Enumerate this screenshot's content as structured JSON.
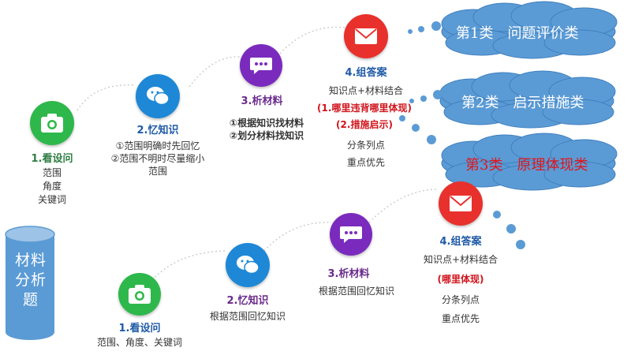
{
  "flow_top": {
    "step1": {
      "title": "1.看设问",
      "lines": [
        "范围",
        "角度",
        "关键词"
      ]
    },
    "step2": {
      "title": "2.忆知识",
      "lines": [
        "①范围明确时先回忆",
        "②范围不明时尽量缩小",
        "范围"
      ]
    },
    "step3": {
      "title": "3.析材料",
      "lines": [
        "①根据知识找材料",
        "②划分材料找知识"
      ]
    },
    "step4": {
      "title": "4.组答案",
      "line1": "知识点+材料结合",
      "red1": "(1.哪里违背哪里体现)",
      "red2": "(2.措施启示)",
      "line4": "分条列点",
      "line5": "重点优先"
    }
  },
  "flow_bottom": {
    "step1": {
      "title": "1.看设问",
      "line": "范围、角度、关键词"
    },
    "step2": {
      "title": "2.忆知识",
      "line": "根据范围回忆知识"
    },
    "step3": {
      "title": "3.析材料",
      "line": "根据范围回忆知识"
    },
    "step4": {
      "title": "4.组答案",
      "line1": "知识点+材料结合",
      "red1": "(哪里体现)",
      "line3": "分条列点",
      "line4": "重点优先"
    }
  },
  "clouds": [
    {
      "label": "第1类　问题评价类",
      "color": "#ffffff"
    },
    {
      "label": "第2类　启示措施类",
      "color": "#ffffff"
    },
    {
      "label": "第3类　原理体现类",
      "color": "#e0161c"
    }
  ],
  "cylinder_label": "材料分析题",
  "colors": {
    "green": "#2eb84b",
    "blue": "#1e88d6",
    "purple": "#7a2bbd",
    "red": "#e8312d",
    "step_title_green": "#2e7d43",
    "step_title_blue": "#1f5aa6",
    "step_title_purple": "#6a2a8c",
    "step_title_red": "#1f5aa6",
    "cloud": "#5b9bd5"
  }
}
